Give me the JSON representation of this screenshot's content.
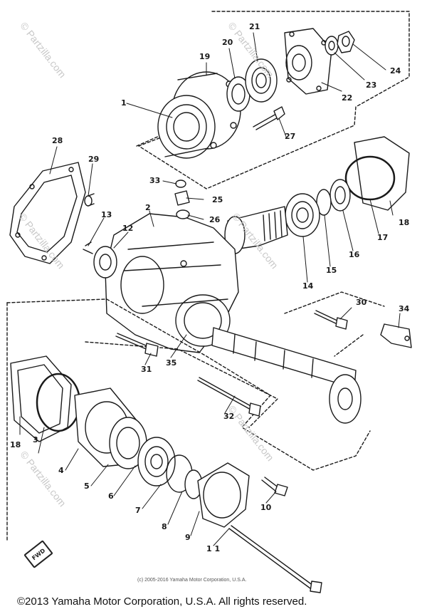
{
  "watermark_text": "© Partzilla.com",
  "copyright": "©2013 Yamaha Motor Corporation, U.S.A. All rights reserved.",
  "fine_print": "(c) 2005-2016 Yamaha Motor Corporation, U.S.A.",
  "fwd_label": "FWD",
  "callouts": {
    "c1": "1",
    "c2": "2",
    "c3": "3",
    "c4": "4",
    "c5": "5",
    "c6": "6",
    "c7": "7",
    "c8": "8",
    "c9": "9",
    "c10": "10",
    "c11": "1 1",
    "c12": "12",
    "c13": "13",
    "c14": "14",
    "c15": "15",
    "c16": "16",
    "c17": "17",
    "c18a": "18",
    "c18b": "18",
    "c19": "19",
    "c20": "20",
    "c21": "21",
    "c22": "22",
    "c23": "23",
    "c24": "24",
    "c25": "25",
    "c26": "26",
    "c27": "27",
    "c28": "28",
    "c29": "29",
    "c30": "30",
    "c31": "31",
    "c32": "32",
    "c33": "33",
    "c34": "34",
    "c35": "35"
  }
}
